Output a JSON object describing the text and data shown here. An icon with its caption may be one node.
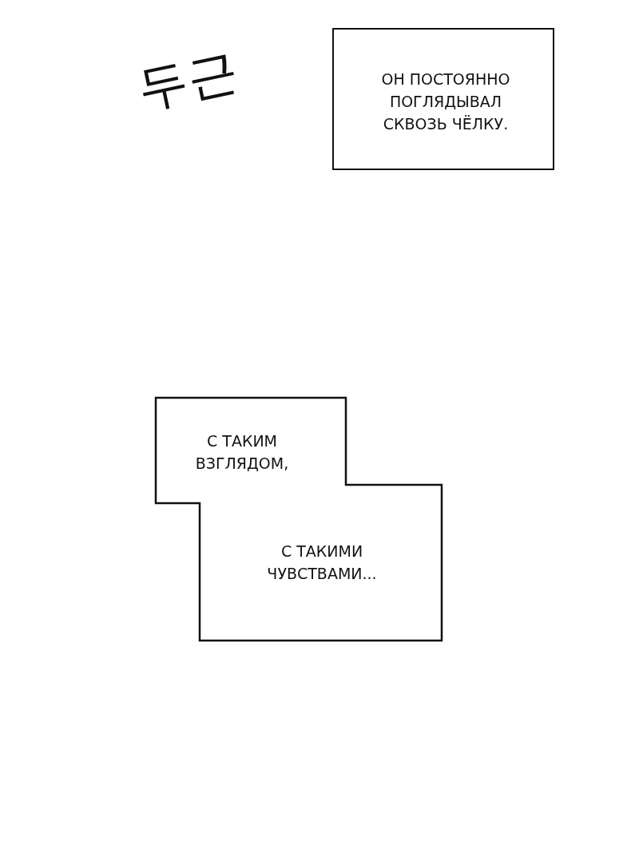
{
  "diagram": {
    "nodes": [
      {
        "text": [
          "ОН ПОСТОЯННО ПОГЛЯДЫВАЛ СКВОЗЬ ЧЁЛКУ."
        ]
      },
      {
        "text": [
          "С ТАКИМ ВЗГЛЯДОМ,",
          "С ТАКИМИ ЧУВСТВАМИ..."
        ]
      }
    ],
    "edges": [],
    "labels": [
      "두근"
    ]
  }
}
